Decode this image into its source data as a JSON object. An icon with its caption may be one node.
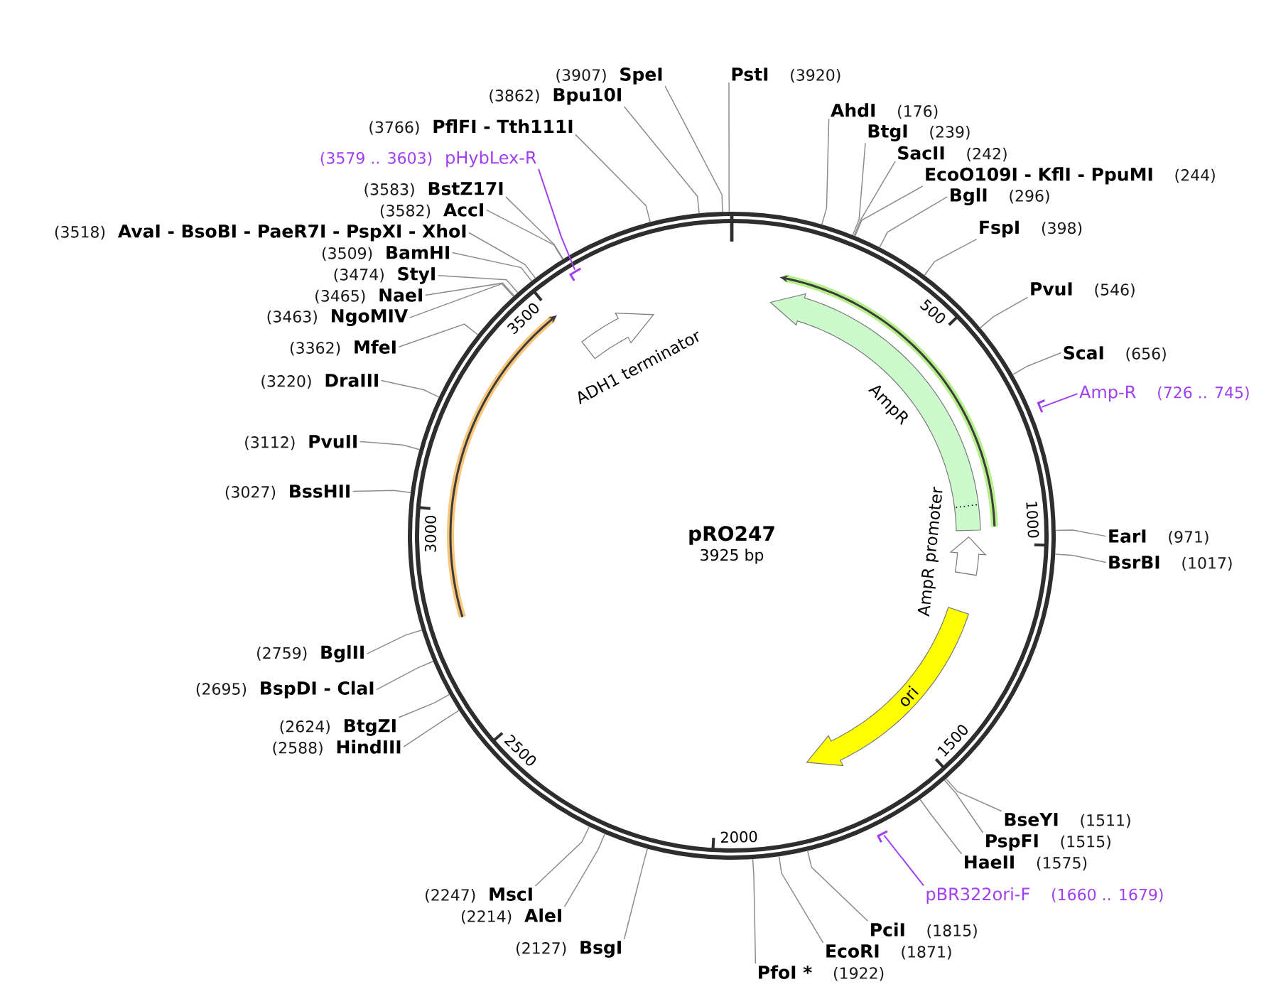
{
  "diagram": {
    "nodes": [
      {
        "text": [
          "pRO247",
          "3925 bp"
        ]
      },
      {
        "text": [
          "ADH1 terminator"
        ],
        "in": 0
      },
      {
        "text": [
          "AmpR"
        ],
        "in": 0
      },
      {
        "text": [
          "AmpR promoter"
        ],
        "in": 0
      },
      {
        "text": [
          "ori"
        ],
        "in": 0
      },
      {
        "text": [],
        "shape": "bar",
        "in": 0
      },
      {
        "text": [],
        "shape": "bar"
      },
      {
        "text": [],
        "shape": "bar"
      },
      {
        "text": [
          "AhdI"
        ],
        "beside": [
          "(176)"
        ]
      },
      {
        "text": [
          "BtgI"
        ],
        "beside": [
          "(239)"
        ]
      },
      {
        "text": [
          "SacII"
        ],
        "beside": [
          "(242)"
        ]
      },
      {
        "text": [
          "EcoO109I - KflI - PpuMI"
        ],
        "beside": [
          "(244)"
        ]
      },
      {
        "text": [
          "BglI"
        ],
        "beside": [
          "(296)"
        ]
      },
      {
        "text": [
          "FspI"
        ],
        "beside": [
          "(398)"
        ]
      },
      {
        "text": [
          "PvuI"
        ],
        "beside": [
          "(546)"
        ]
      },
      {
        "text": [
          "ScaI"
        ],
        "beside": [
          "(656)"
        ]
      },
      {
        "text": [
          "Amp-R"
        ],
        "beside": [
          "(726 .. 745)"
        ]
      },
      {
        "text": [
          "EarI"
        ],
        "beside": [
          "(971)"
        ]
      },
      {
        "text": [
          "BsrBI"
        ],
        "beside": [
          "(1017)"
        ]
      },
      {
        "text": [
          "BseYI"
        ],
        "beside": [
          "(1511)"
        ]
      },
      {
        "text": [
          "PspFI"
        ],
        "beside": [
          "(1515)"
        ]
      },
      {
        "text": [
          "HaeII"
        ],
        "beside": [
          "(1575)"
        ]
      },
      {
        "text": [
          "pBR322ori-F"
        ],
        "beside": [
          "(1660 .. 1679)"
        ]
      },
      {
        "text": [
          "PciI"
        ],
        "beside": [
          "(1815)"
        ]
      },
      {
        "text": [
          "EcoRI"
        ],
        "beside": [
          "(1871)"
        ]
      },
      {
        "text": [
          "PfoI *"
        ],
        "beside": [
          "(1922)"
        ]
      },
      {
        "text": [
          "BsgI"
        ],
        "beside": [
          "(2127)"
        ]
      },
      {
        "text": [
          "AleI"
        ],
        "beside": [
          "(2214)"
        ]
      },
      {
        "text": [
          "MscI"
        ],
        "beside": [
          "(2247)"
        ]
      },
      {
        "text": [
          "HindIII"
        ],
        "beside": [
          "(2588)"
        ]
      },
      {
        "text": [
          "BtgZI"
        ],
        "beside": [
          "(2624)"
        ]
      },
      {
        "text": [
          "BspDI - ClaI"
        ],
        "beside": [
          "(2695)"
        ]
      },
      {
        "text": [
          "BglII"
        ],
        "beside": [
          "(2759)"
        ]
      },
      {
        "text": [
          "BssHII"
        ],
        "beside": [
          "(3027)"
        ]
      },
      {
        "text": [
          "PvuII"
        ],
        "beside": [
          "(3112)"
        ]
      },
      {
        "text": [
          "DraIII"
        ],
        "beside": [
          "(3220)"
        ]
      },
      {
        "text": [
          "MfeI"
        ],
        "beside": [
          "(3362)"
        ]
      },
      {
        "text": [
          "NgoMIV"
        ],
        "beside": [
          "(3463)"
        ]
      },
      {
        "text": [
          "NaeI"
        ],
        "beside": [
          "(3465)"
        ]
      },
      {
        "text": [
          "StyI"
        ],
        "beside": [
          "(3474)"
        ]
      },
      {
        "text": [
          "BamHI"
        ],
        "beside": [
          "(3509)"
        ]
      },
      {
        "text": [
          "AvaI - BsoBI - PaeR7I - PspXI - XhoI"
        ],
        "beside": [
          "(3518)"
        ]
      },
      {
        "text": [
          "AccI"
        ],
        "beside": [
          "(3582)"
        ]
      },
      {
        "text": [
          "BstZ17I"
        ],
        "beside": [
          "(3583)"
        ]
      },
      {
        "text": [
          "pHybLex-R"
        ],
        "beside": [
          "(3579 .. 3603)"
        ]
      },
      {
        "text": [
          "PflFI - Tth111I"
        ],
        "beside": [
          "(3766)"
        ]
      },
      {
        "text": [
          "Bpu10I"
        ],
        "beside": [
          "(3862)"
        ]
      },
      {
        "text": [
          "SpeI"
        ],
        "beside": [
          "(3907)"
        ]
      },
      {
        "text": [
          "PstI"
        ],
        "beside": [
          "(3920)"
        ]
      }
    ],
    "edges": [
      {
        "from": 8,
        "to": 0,
        "arrow": "none"
      },
      {
        "from": 9,
        "to": 0,
        "arrow": "none"
      },
      {
        "from": 10,
        "to": 0,
        "arrow": "none"
      },
      {
        "from": 11,
        "to": 0,
        "arrow": "none"
      },
      {
        "from": 12,
        "to": 0,
        "arrow": "none"
      },
      {
        "from": 13,
        "to": 0,
        "arrow": "none"
      },
      {
        "from": 14,
        "to": 0,
        "arrow": "none"
      },
      {
        "from": 15,
        "to": 0,
        "arrow": "none"
      },
      {
        "from": 16,
        "to": 6,
        "arrow": "none",
        "color": "#a040f0"
      },
      {
        "from": 17,
        "to": 0,
        "arrow": "none"
      },
      {
        "from": 18,
        "to": 0,
        "arrow": "none"
      },
      {
        "from": 19,
        "to": 0,
        "arrow": "none"
      },
      {
        "from": 20,
        "to": 0,
        "arrow": "none"
      },
      {
        "from": 21,
        "to": 0,
        "arrow": "none"
      },
      {
        "from": 22,
        "to": 7,
        "arrow": "none",
        "color": "#a040f0"
      },
      {
        "from": 23,
        "to": 0,
        "arrow": "none"
      },
      {
        "from": 24,
        "to": 0,
        "arrow": "none"
      },
      {
        "from": 25,
        "to": 0,
        "arrow": "none"
      },
      {
        "from": 26,
        "to": 0,
        "arrow": "none"
      },
      {
        "from": 27,
        "to": 0,
        "arrow": "none"
      },
      {
        "from": 28,
        "to": 0,
        "arrow": "none"
      },
      {
        "from": 29,
        "to": 0,
        "arrow": "none"
      },
      {
        "from": 30,
        "to": 0,
        "arrow": "none"
      },
      {
        "from": 31,
        "to": 0,
        "arrow": "none"
      },
      {
        "from": 32,
        "to": 0,
        "arrow": "none"
      },
      {
        "from": 33,
        "to": 0,
        "arrow": "none"
      },
      {
        "from": 34,
        "to": 0,
        "arrow": "none"
      },
      {
        "from": 35,
        "to": 0,
        "arrow": "none"
      },
      {
        "from": 36,
        "to": 0,
        "arrow": "none"
      },
      {
        "from": 37,
        "to": 0,
        "arrow": "none"
      },
      {
        "from": 38,
        "to": 0,
        "arrow": "none"
      },
      {
        "from": 39,
        "to": 0,
        "arrow": "none"
      },
      {
        "from": 40,
        "to": 0,
        "arrow": "none"
      },
      {
        "from": 41,
        "to": 0,
        "arrow": "none"
      },
      {
        "from": 42,
        "to": 0,
        "arrow": "none"
      },
      {
        "from": 43,
        "to": 0,
        "arrow": "none"
      },
      {
        "from": 44,
        "to": 5,
        "arrow": "none",
        "color": "#a040f0"
      },
      {
        "from": 45,
        "to": 0,
        "arrow": "none"
      },
      {
        "from": 46,
        "to": 0,
        "arrow": "none"
      },
      {
        "from": 47,
        "to": 0,
        "arrow": "none"
      },
      {
        "from": 48,
        "to": 0,
        "arrow": "none"
      }
    ],
    "labels": [
      "500",
      "1000",
      "1500",
      "2000",
      "2500",
      "3000",
      "3500"
    ]
  }
}
